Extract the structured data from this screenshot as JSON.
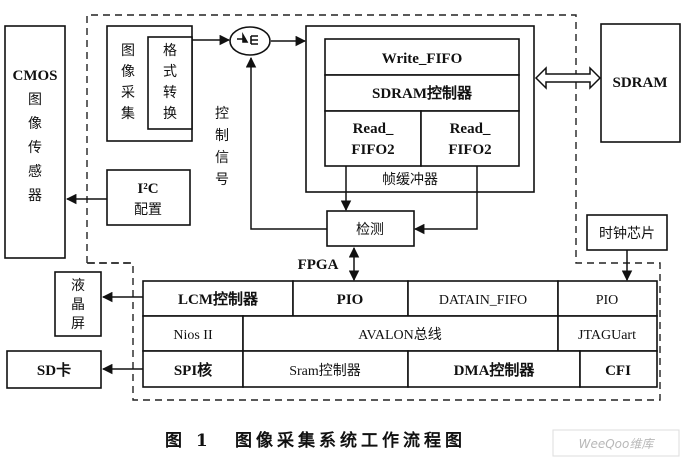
{
  "figure": {
    "caption_number": "图 1",
    "caption_title": "图像采集系统工作流程图",
    "watermark": "WeeQoo维库"
  },
  "external": {
    "cmos": {
      "line1": "CMOS",
      "chars": [
        "图",
        "像",
        "传",
        "感",
        "器"
      ]
    },
    "sdram": "SDRAM",
    "lcd": [
      "液",
      "晶",
      "屏"
    ],
    "sd_card": "SD卡"
  },
  "fpga_top": {
    "image_capture": [
      "图",
      "像",
      "采",
      "集"
    ],
    "format_convert": [
      "格",
      "式",
      "转",
      "换"
    ],
    "selector_symbol": "-▾Ξ",
    "control_signal": [
      "控",
      "制",
      "信",
      "号"
    ],
    "i2c": {
      "line1": "I²C",
      "line2": "配置"
    },
    "frame_buffer": {
      "label": "帧缓冲器",
      "write_fifo": "Write_FIFO",
      "sdram_ctrl": "SDRAM控制器",
      "read_fifo_a": [
        "Read_",
        "FIFO2"
      ],
      "read_fifo_b": [
        "Read_",
        "FIFO2"
      ]
    },
    "detect": "检测",
    "fpga_label": "FPGA"
  },
  "clock_chip": "时钟芯片",
  "nios_system": {
    "row1": [
      "LCM控制器",
      "PIO",
      "DATAIN_FIFO",
      "PIO"
    ],
    "row2": [
      "Nios II",
      "AVALON总线",
      "JTAGUart"
    ],
    "row3": [
      "SPI核",
      "Sram控制器",
      "DMA控制器",
      "CFI"
    ]
  }
}
